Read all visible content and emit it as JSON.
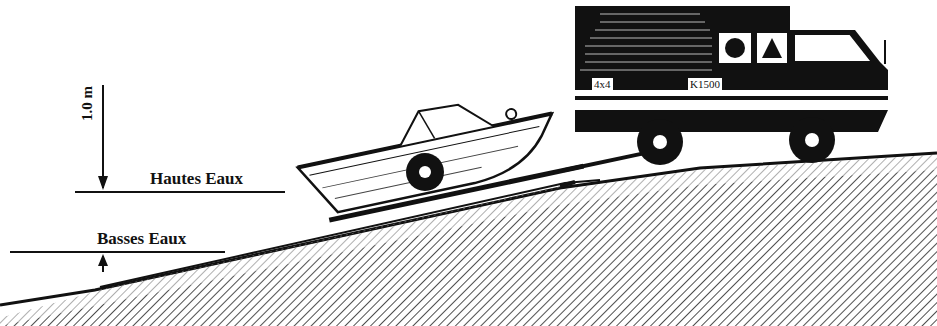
{
  "diagram": {
    "labels": [
      "1.0 m",
      "Hautes Eaux",
      "Basses Eaux",
      "4x4",
      "K1500"
    ]
  }
}
